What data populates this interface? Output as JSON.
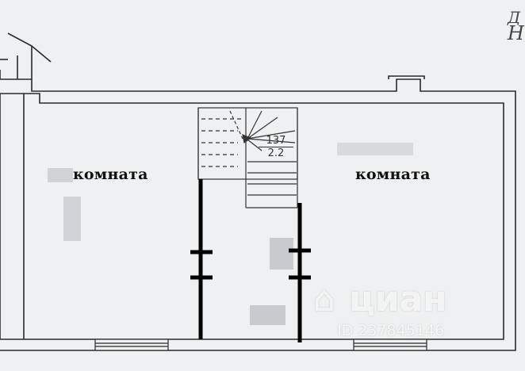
{
  "rooms": [
    {
      "label": "комната"
    },
    {
      "label": "комната"
    }
  ],
  "stair_label": {
    "number": "137",
    "size": "2.2"
  },
  "corner_text": {
    "top": "Д",
    "bottom": "Н"
  },
  "watermark": {
    "brand": "циан",
    "id": "ID 237845146"
  },
  "colors": {
    "background": "#eef0f1",
    "wall_line": "#2a2a2a",
    "partition": "#000000"
  }
}
